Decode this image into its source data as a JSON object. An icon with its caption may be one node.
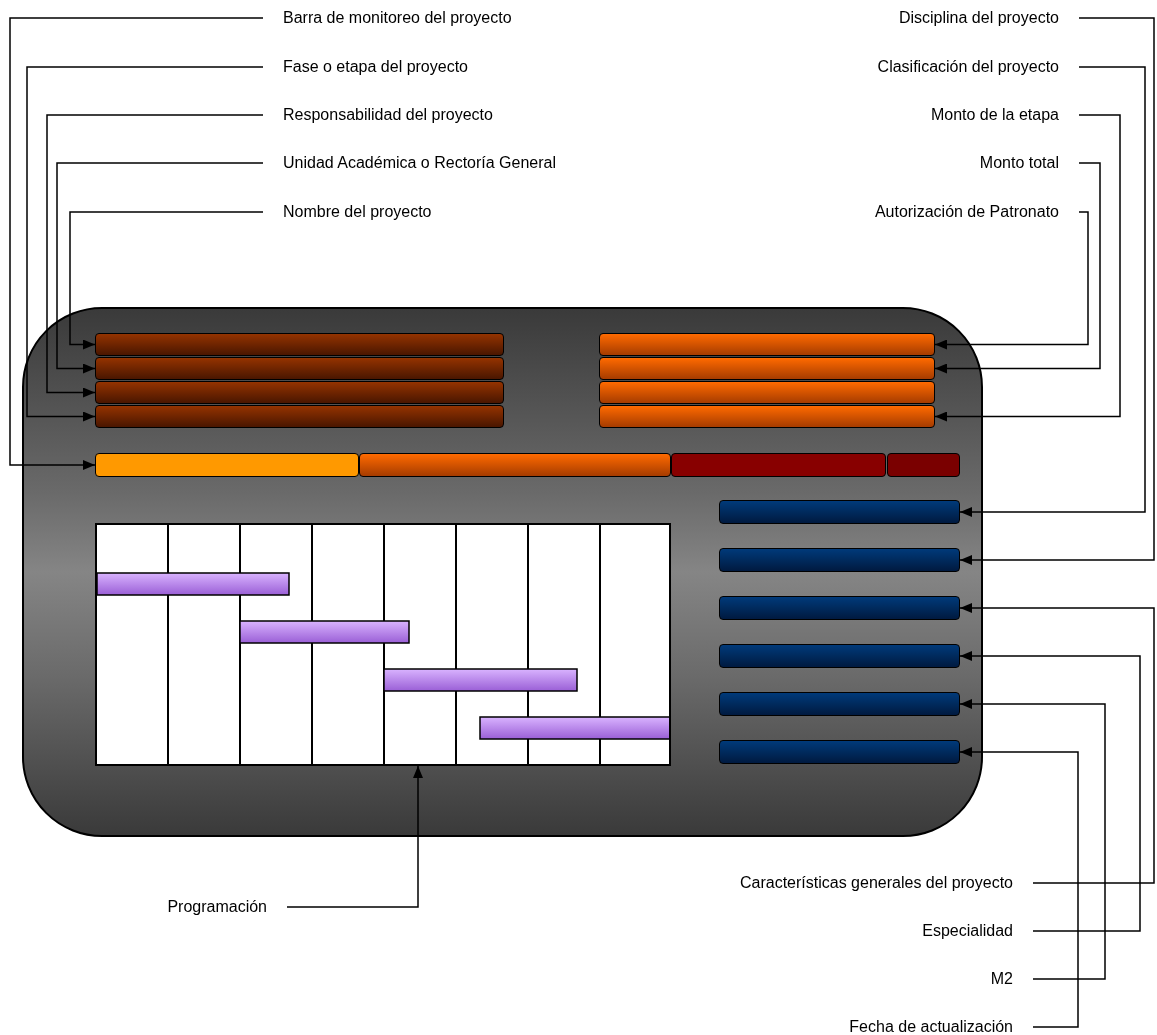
{
  "diagram": {
    "nodes": [
      {
        "text": [
          "Barra de monitoreo del proyecto"
        ]
      },
      {
        "text": [
          "Disciplina del proyecto"
        ]
      },
      {
        "text": [
          "Fase o etapa del proyecto"
        ]
      },
      {
        "text": [
          "Clasificación del proyecto"
        ]
      },
      {
        "text": [
          "Responsabilidad del proyecto"
        ]
      },
      {
        "text": [
          "Monto de la etapa"
        ]
      },
      {
        "text": [
          "Unidad Académica o Rectoría General"
        ]
      },
      {
        "text": [
          "Monto total"
        ]
      },
      {
        "text": [
          "Nombre del proyecto"
        ]
      },
      {
        "text": [
          "Autorización de Patronato"
        ]
      },
      {
        "text": [],
        "shape": "box"
      },
      {
        "text": [],
        "shape": "bar",
        "in": 10
      },
      {
        "text": [],
        "shape": "bar",
        "in": 10
      },
      {
        "text": [],
        "shape": "bar",
        "in": 10
      },
      {
        "text": [],
        "shape": "bar",
        "in": 10
      },
      {
        "text": [],
        "shape": "bar",
        "in": 10
      },
      {
        "text": [],
        "shape": "bar",
        "in": 10
      },
      {
        "text": [],
        "shape": "bar",
        "in": 10
      },
      {
        "text": [],
        "shape": "bar",
        "in": 10
      },
      {
        "text": [],
        "shape": "bar",
        "in": 10
      },
      {
        "text": [],
        "shape": "bar",
        "in": 10
      },
      {
        "text": [],
        "shape": "bar",
        "in": 10
      },
      {
        "text": [],
        "shape": "bar",
        "in": 10
      },
      {
        "text": [],
        "shape": "box",
        "in": 10
      },
      {
        "text": [],
        "shape": "bar",
        "in": 10
      },
      {
        "text": [],
        "shape": "bar",
        "in": 10
      },
      {
        "text": [],
        "shape": "bar",
        "in": 10
      },
      {
        "text": [],
        "shape": "bar",
        "in": 10
      },
      {
        "text": [],
        "shape": "bar",
        "in": 10
      },
      {
        "text": [],
        "shape": "bar",
        "in": 10
      },
      {
        "text": [
          "Características generales del proyecto"
        ]
      },
      {
        "text": [
          "Especialidad"
        ]
      },
      {
        "text": [
          "M2"
        ]
      },
      {
        "text": [
          "Fecha de actualización"
        ]
      },
      {
        "text": [
          "Programación"
        ]
      }
    ],
    "edges": [
      {
        "from": 0,
        "to": 19,
        "arrow": "to"
      },
      {
        "from": 2,
        "to": 14,
        "arrow": "to"
      },
      {
        "from": 4,
        "to": 13,
        "arrow": "to"
      },
      {
        "from": 6,
        "to": 12,
        "arrow": "to"
      },
      {
        "from": 8,
        "to": 11,
        "arrow": "to"
      },
      {
        "from": 9,
        "to": 15,
        "arrow": "to"
      },
      {
        "from": 7,
        "to": 16,
        "arrow": "to"
      },
      {
        "from": 5,
        "to": 18,
        "arrow": "to"
      },
      {
        "from": 3,
        "to": 24,
        "arrow": "to"
      },
      {
        "from": 1,
        "to": 25,
        "arrow": "to"
      },
      {
        "from": 30,
        "to": 26,
        "arrow": "to"
      },
      {
        "from": 31,
        "to": 27,
        "arrow": "to"
      },
      {
        "from": 32,
        "to": 28,
        "arrow": "to"
      },
      {
        "from": 33,
        "to": 29,
        "arrow": "to"
      },
      {
        "from": 34,
        "to": 23,
        "arrow": "to"
      }
    ]
  }
}
